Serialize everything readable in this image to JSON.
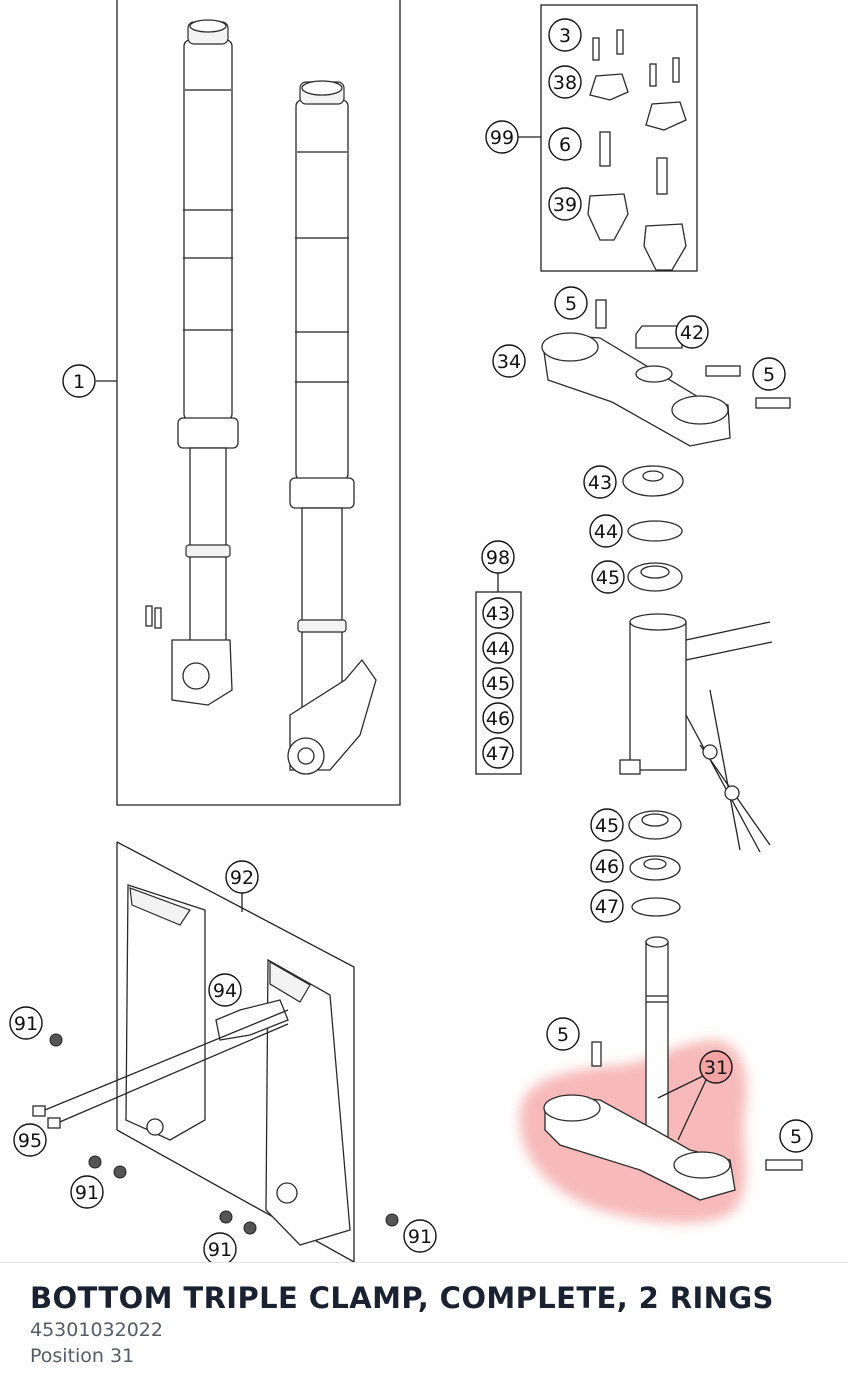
{
  "highlight_color": "#f08080",
  "highlighted_position": "31",
  "callouts": {
    "c1": "1",
    "c3": "3",
    "c38": "38",
    "c6": "6",
    "c39": "39",
    "c99": "99",
    "c5_top": "5",
    "c42": "42",
    "c34": "34",
    "c5_right": "5",
    "c43": "43",
    "c44": "44",
    "c45_top": "45",
    "c98": "98",
    "k43": "43",
    "k44": "44",
    "k45": "45",
    "k46": "46",
    "k47": "47",
    "c45_bot": "45",
    "c46": "46",
    "c47": "47",
    "c92": "92",
    "c94": "94",
    "c91_a": "91",
    "c95": "95",
    "c91_b": "91",
    "c91_c": "91",
    "c91_d": "91",
    "c5_low": "5",
    "c31": "31",
    "c5_low_right": "5"
  },
  "footer": {
    "title": "BOTTOM TRIPLE CLAMP, COMPLETE, 2 RINGS",
    "part_number": "45301032022",
    "position_text": "Position 31"
  }
}
